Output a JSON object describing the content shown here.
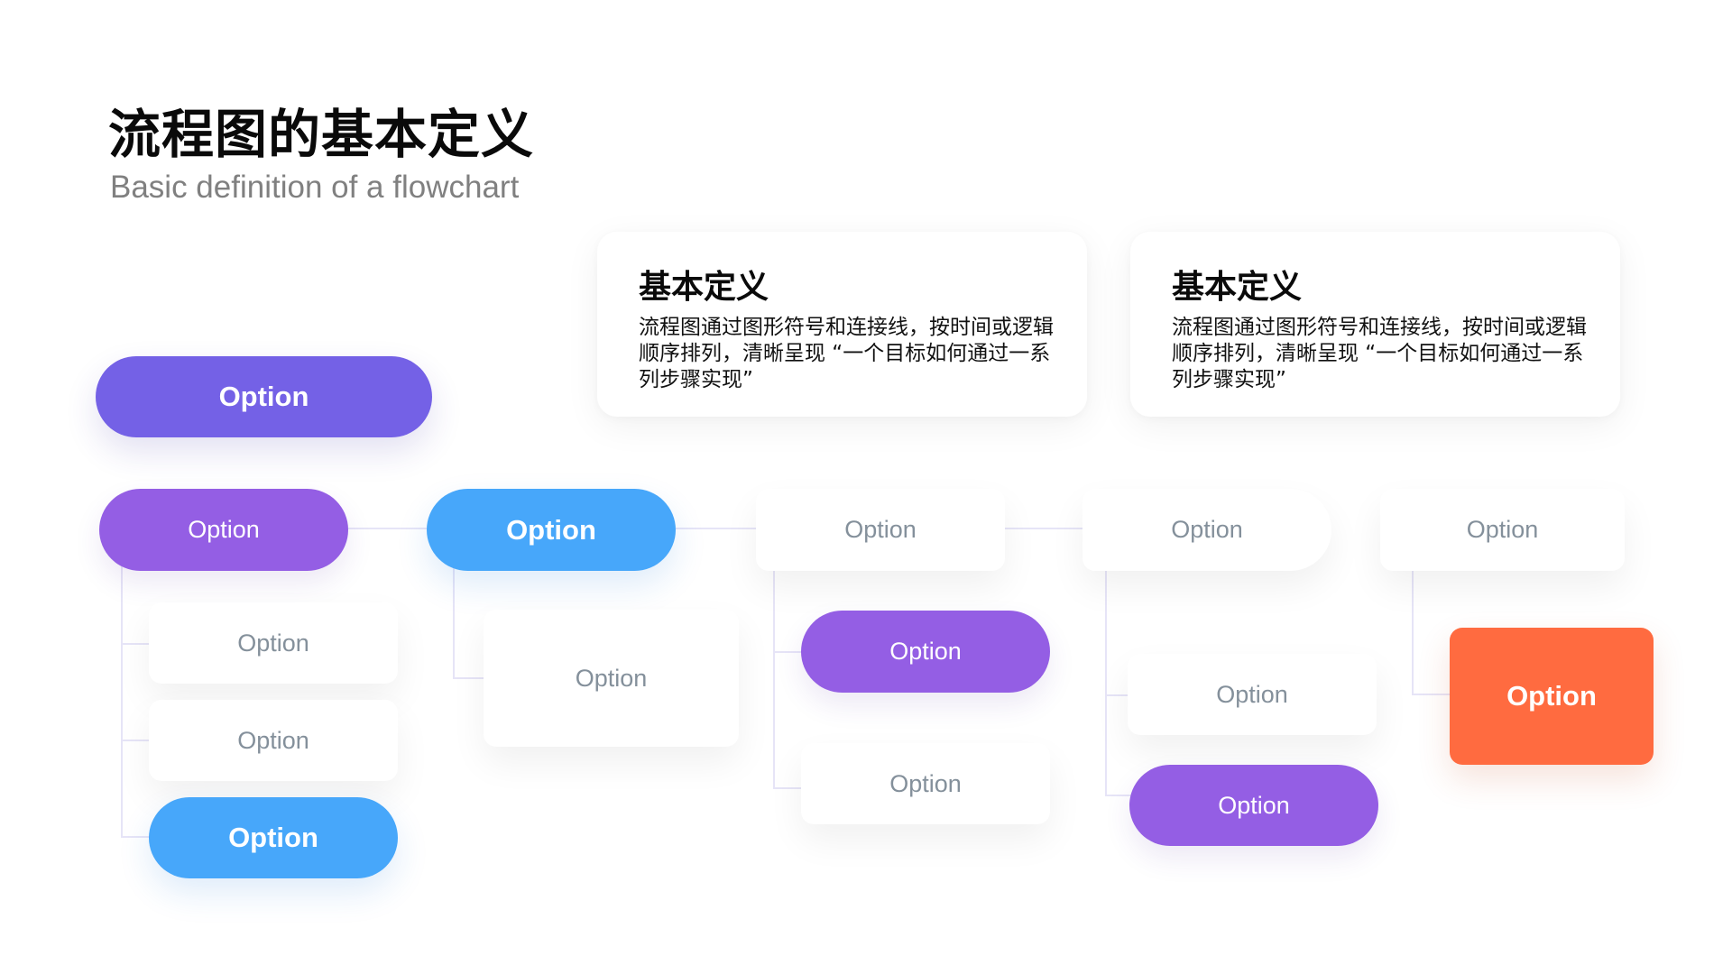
{
  "header": {
    "title": "流程图的基本定义",
    "subtitle": "Basic definition of a flowchart"
  },
  "cards": [
    {
      "title": "基本定义",
      "body": "流程图通过图形符号和连接线，按时间或逻辑顺序排列，清晰呈现 “一个目标如何通过一系列步骤实现”"
    },
    {
      "title": "基本定义",
      "body": "流程图通过图形符号和连接线，按时间或逻辑顺序排列，清晰呈现 “一个目标如何通过一系列步骤实现”"
    }
  ],
  "colors": {
    "indigo": "#7461e6",
    "purple": "#945ee4",
    "blue": "#47a7fa",
    "orange": "#ff6b40",
    "white_text": "#84909b",
    "connector": "#e6e4f7"
  },
  "nodes": {
    "start": {
      "label": "Option",
      "style": "indigo"
    },
    "col1": {
      "head": {
        "label": "Option",
        "style": "purple"
      },
      "children": [
        {
          "label": "Option",
          "style": "white"
        },
        {
          "label": "Option",
          "style": "white"
        },
        {
          "label": "Option",
          "style": "blue"
        }
      ]
    },
    "col2": {
      "head": {
        "label": "Option",
        "style": "blue"
      },
      "children": [
        {
          "label": "Option",
          "style": "white"
        }
      ]
    },
    "col3": {
      "head": {
        "label": "Option",
        "style": "white"
      },
      "children": [
        {
          "label": "Option",
          "style": "purple"
        },
        {
          "label": "Option",
          "style": "white"
        }
      ]
    },
    "col4": {
      "head": {
        "label": "Option",
        "style": "white"
      },
      "children": [
        {
          "label": "Option",
          "style": "white"
        },
        {
          "label": "Option",
          "style": "purple"
        }
      ]
    },
    "col5": {
      "head": {
        "label": "Option",
        "style": "white"
      },
      "children": [
        {
          "label": "Option",
          "style": "orange"
        }
      ]
    }
  }
}
